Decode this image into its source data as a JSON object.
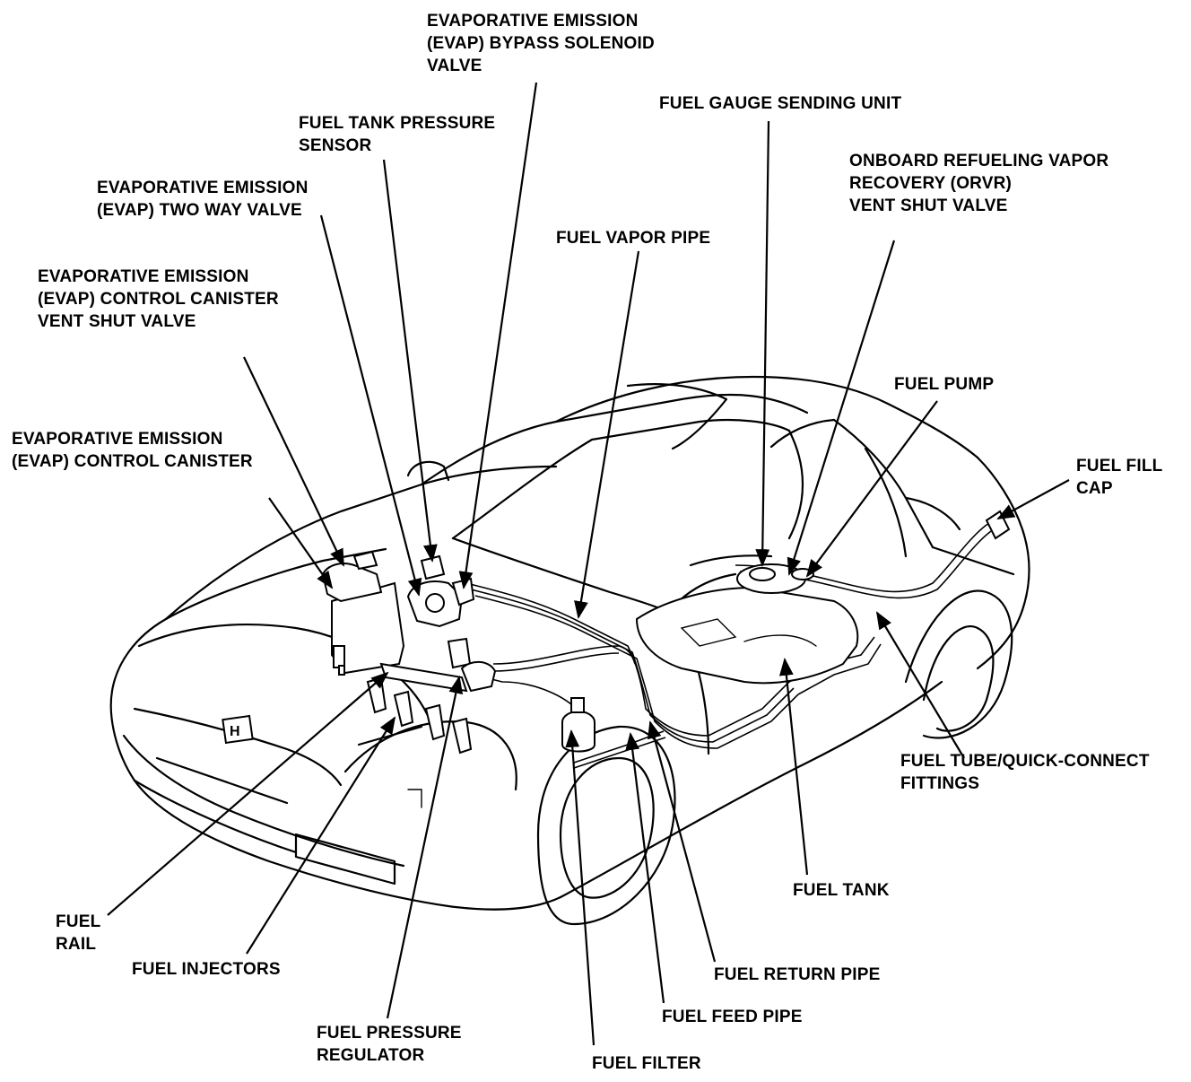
{
  "labels": {
    "evap_bypass_valve": [
      "EVAPORATIVE EMISSION",
      "(EVAP) BYPASS SOLENOID",
      "VALVE"
    ],
    "fuel_gauge_sending_unit": [
      "FUEL GAUGE SENDING UNIT"
    ],
    "fuel_tank_pressure_sensor": [
      "FUEL TANK PRESSURE",
      "SENSOR"
    ],
    "orvr_vent_shut_valve": [
      "ONBOARD REFUELING VAPOR",
      "RECOVERY (ORVR)",
      "VENT SHUT VALVE"
    ],
    "evap_two_way_valve": [
      "EVAPORATIVE EMISSION",
      "(EVAP) TWO WAY VALVE"
    ],
    "fuel_vapor_pipe": [
      "FUEL VAPOR PIPE"
    ],
    "evap_canister_vent_shut_valve": [
      "EVAPORATIVE EMISSION",
      "(EVAP) CONTROL CANISTER",
      "VENT SHUT VALVE"
    ],
    "fuel_pump": [
      "FUEL PUMP"
    ],
    "evap_control_canister": [
      "EVAPORATIVE EMISSION",
      "(EVAP) CONTROL CANISTER"
    ],
    "fuel_fill_cap": [
      "FUEL FILL",
      "CAP"
    ],
    "fuel_tube_fittings": [
      "FUEL TUBE/QUICK-CONNECT",
      "FITTINGS"
    ],
    "fuel_tank": [
      "FUEL TANK"
    ],
    "fuel_rail": [
      "FUEL",
      "RAIL"
    ],
    "fuel_injectors": [
      "FUEL INJECTORS"
    ],
    "fuel_return_pipe": [
      "FUEL RETURN PIPE"
    ],
    "fuel_feed_pipe": [
      "FUEL FEED PIPE"
    ],
    "fuel_pressure_regulator": [
      "FUEL PRESSURE",
      "REGULATOR"
    ],
    "fuel_filter": [
      "FUEL FILTER"
    ]
  },
  "badge": {
    "emblem": "H"
  }
}
